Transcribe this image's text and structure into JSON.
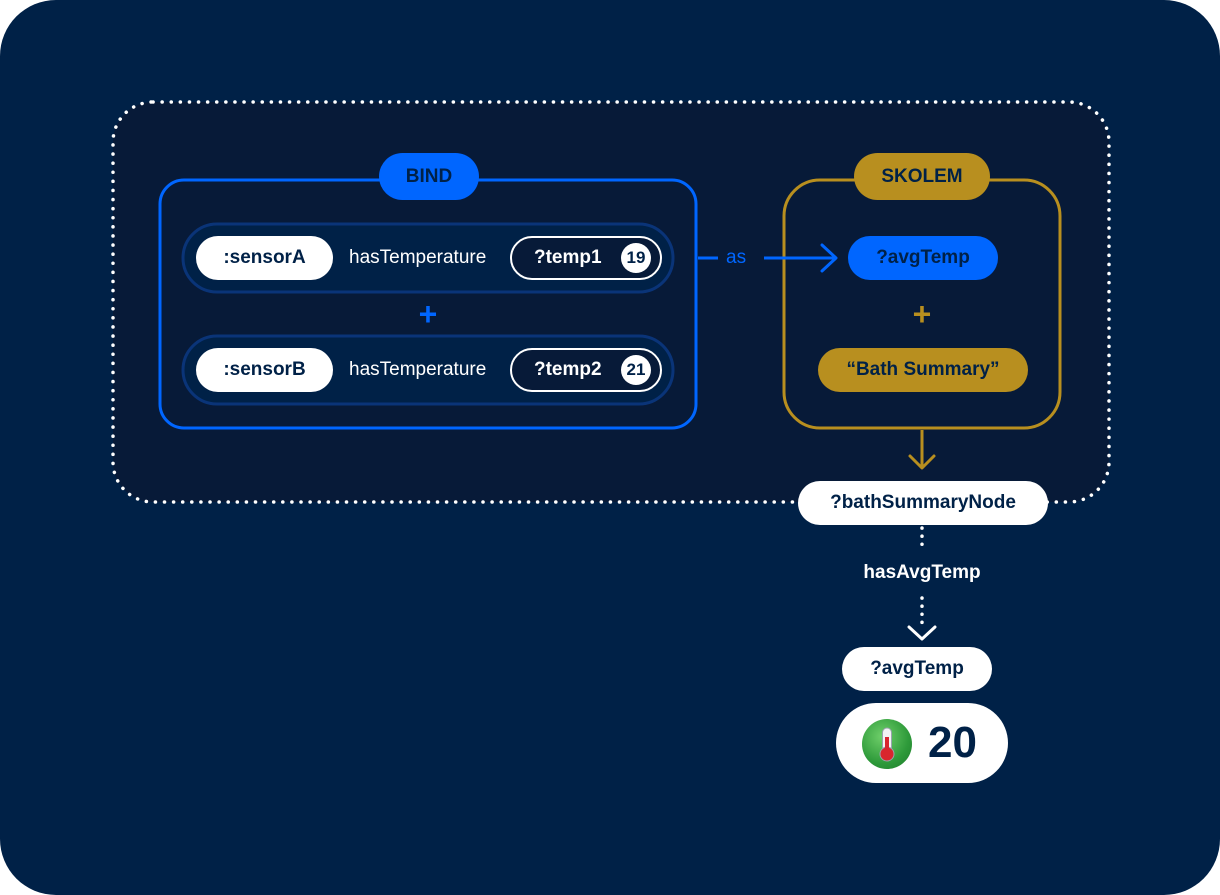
{
  "bind": {
    "label": "BIND",
    "rows": [
      {
        "subject": ":sensorA",
        "predicate": "hasTemperature",
        "variable": "?temp1",
        "value": "19"
      },
      {
        "subject": ":sensorB",
        "predicate": "hasTemperature",
        "variable": "?temp2",
        "value": "21"
      }
    ],
    "plus": "+"
  },
  "as_label": "as",
  "skolem": {
    "label": "SKOLEM",
    "variable": "?avgTemp",
    "plus": "+",
    "literal": "“Bath Summary”"
  },
  "node": "?bathSummaryNode",
  "edge_label": "hasAvgTemp",
  "result": {
    "variable": "?avgTemp",
    "value": "20",
    "icon": "thermometer-icon"
  },
  "colors": {
    "background": "#002147",
    "bind_blue": "#0066ff",
    "skolem_gold": "#b88f1f",
    "white": "#ffffff"
  }
}
